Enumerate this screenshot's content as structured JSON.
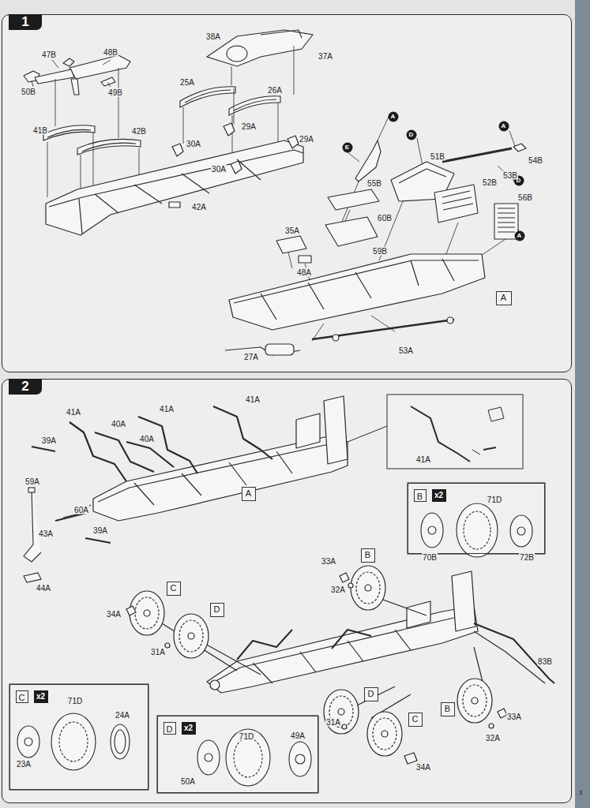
{
  "diagram": {
    "nodes": [
      {
        "text": [
          "1"
        ]
      },
      {
        "text": [
          "A"
        ],
        "in": 0
      },
      {
        "text": [
          "E"
        ],
        "in": 0
      },
      {
        "text": [
          "D"
        ],
        "in": 0
      },
      {
        "text": [
          "A"
        ],
        "in": 0
      },
      {
        "text": [
          "D"
        ],
        "in": 0
      },
      {
        "text": [
          "A"
        ],
        "in": 0
      },
      {
        "text": [
          "A"
        ],
        "in": 0
      },
      {
        "text": [
          "2"
        ]
      },
      {
        "text": [
          "A"
        ],
        "in": 8
      },
      {
        "text": [
          "B"
        ],
        "in": 8
      },
      {
        "text": [
          "B",
          "x2"
        ],
        "in": 8
      },
      {
        "text": [
          "C"
        ],
        "in": 8
      },
      {
        "text": [
          "D"
        ],
        "in": 8
      },
      {
        "text": [
          "C",
          "x2"
        ],
        "in": 8
      },
      {
        "text": [
          "D",
          "x2"
        ],
        "in": 8
      },
      {
        "text": [
          "D"
        ],
        "in": 8
      },
      {
        "text": [
          "C"
        ],
        "in": 8
      },
      {
        "text": [
          "B"
        ],
        "in": 8
      }
    ],
    "labels": [
      "47B",
      "48B",
      "50B",
      "49B",
      "38A",
      "37A",
      "25A",
      "26A",
      "29A",
      "29A",
      "30A",
      "30A",
      "41B",
      "42B",
      "42A",
      "55B",
      "51B",
      "53B",
      "54B",
      "52B",
      "56B",
      "60B",
      "59B",
      "35A",
      "48A",
      "27A",
      "53A",
      "41A",
      "40A",
      "41A",
      "40A",
      "41A",
      "39A",
      "59A",
      "60A",
      "43A",
      "44A",
      "39A",
      "41A",
      "33A",
      "32A",
      "71D",
      "70B",
      "72B",
      "34A",
      "31A",
      "83B",
      "31A",
      "34A",
      "33A",
      "32A",
      "71D",
      "24A",
      "23A",
      "71D",
      "49A",
      "50A",
      "3"
    ]
  }
}
